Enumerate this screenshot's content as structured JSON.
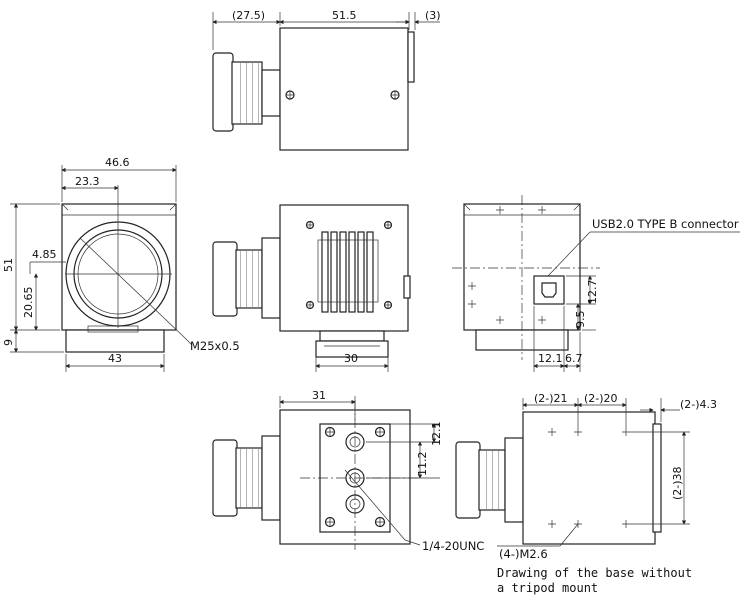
{
  "top_view": {
    "dim_lens": "(27.5)",
    "dim_body": "51.5",
    "dim_back": "(3)"
  },
  "front_view": {
    "dim_width": "46.6",
    "dim_center": "23.3",
    "dim_height": "51",
    "dim_offset": "4.85",
    "dim_lens_height": "20.65",
    "dim_base": "9",
    "dim_bottom": "43",
    "thread_label": "M25x0.5"
  },
  "side_view": {
    "dim_base": "30"
  },
  "rear_view": {
    "connector_label": "USB2.0 TYPE B connector",
    "dim_h1": "12.7",
    "dim_h2": "9.5",
    "dim_w1": "12.1",
    "dim_w2": "6.7"
  },
  "bottom_view": {
    "dim_width": "31",
    "dim_a": "12.1",
    "dim_b": "11.2",
    "tripod_label": "1/4-20UNC"
  },
  "base_view": {
    "dim_a": "(2-)21",
    "dim_b": "(2-)20",
    "dim_c": "(2-)4.3",
    "dim_d": "(2-)38",
    "screw_label": "(4-)M2.6",
    "note_line1": "Drawing of the base without",
    "note_line2": "a tripod mount"
  }
}
